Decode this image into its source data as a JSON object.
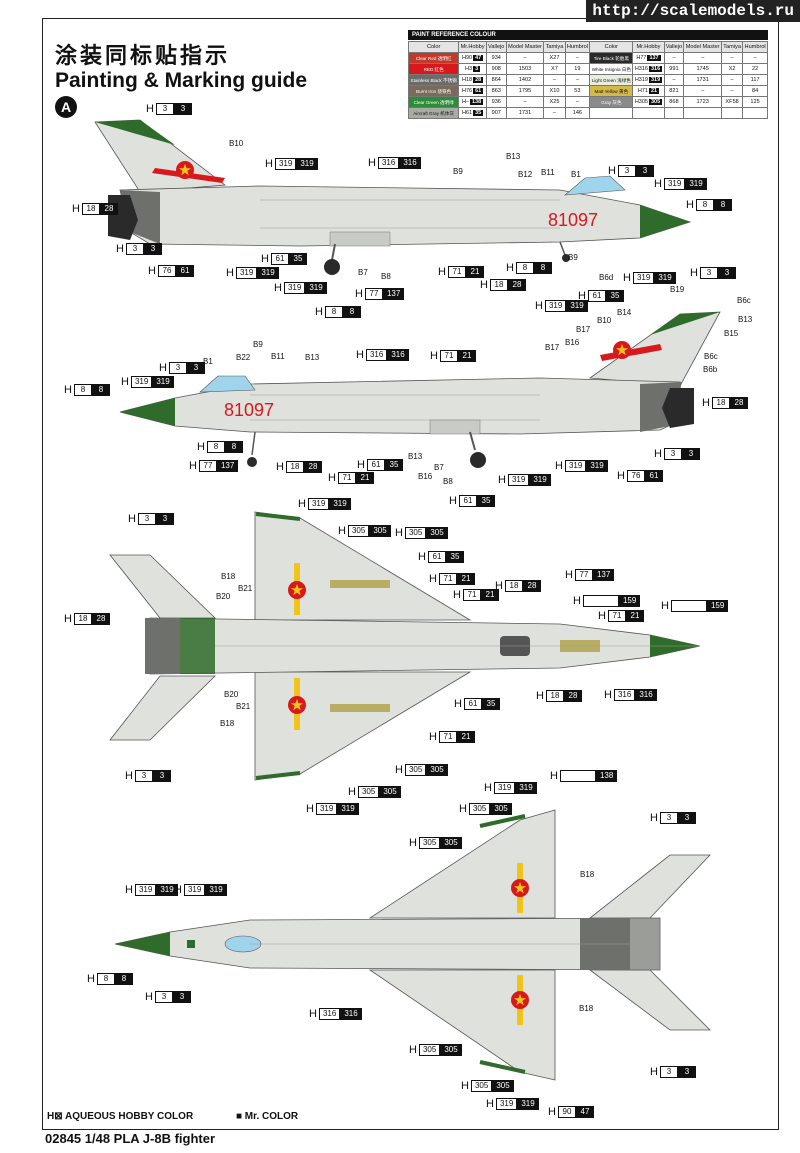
{
  "watermark": "http://scalemodels.ru",
  "title_cn": "涂装同标贴指示",
  "title_en": "Painting & Marking guide",
  "scheme_badge": "A",
  "paint_table": {
    "heading": "PAINT  REFERENCE COLOUR",
    "columns": [
      "Color",
      "Mr.Hobby",
      "Vallejo",
      "Model Master",
      "Tamiya",
      "Humbrol",
      "Color",
      "Mr.Hobby",
      "Vallejo",
      "Model Master",
      "Tamiya",
      "Humbrol"
    ],
    "rows": [
      {
        "l_name": "Clear Red",
        "l_cn": "透明红",
        "l_color": "#c0392b",
        "l_h": "90",
        "l_m": "47",
        "l_v": "934",
        "l_mm": "–",
        "l_t": "X27",
        "l_hu": "–",
        "r_name": "Tire Black",
        "r_cn": "轮胎黑",
        "r_color": "#2a2a2a",
        "r_h": "77",
        "r_m": "137",
        "r_v": "–",
        "r_mm": "–",
        "r_t": "–",
        "r_hu": "–"
      },
      {
        "l_name": "RED",
        "l_cn": "红色",
        "l_color": "#d7191c",
        "l_h": "3",
        "l_m": "3",
        "l_v": "908",
        "l_mm": "1503",
        "l_t": "X7",
        "l_hu": "19",
        "r_name": "White Insignia",
        "r_cn": "白色",
        "r_color": "#ffffff",
        "r_h": "316",
        "r_m": "316",
        "r_v": "991",
        "r_mm": "1745",
        "r_t": "X2",
        "r_hu": "22"
      },
      {
        "l_name": "Stainless Black",
        "l_cn": "不锈钢",
        "l_color": "#6b6b6b",
        "l_h": "18",
        "l_m": "28",
        "l_v": "864",
        "l_mm": "1402",
        "l_t": "–",
        "l_hu": "–",
        "r_name": "Light Green",
        "r_cn": "浅绿色",
        "r_color": "#e9efe0",
        "r_h": "319",
        "r_m": "319",
        "r_v": "–",
        "r_mm": "1731",
        "r_t": "–",
        "r_hu": "117"
      },
      {
        "l_name": "Burnt Iron",
        "l_cn": "烧铁色",
        "l_color": "#7a6a5a",
        "l_h": "76",
        "l_m": "61",
        "l_v": "863",
        "l_mm": "1795",
        "l_t": "X10",
        "l_hu": "53",
        "r_name": "Matt Yellow",
        "r_cn": "黄色",
        "r_color": "#d4b84a",
        "r_h": "71",
        "r_m": "21",
        "r_v": "821",
        "r_mm": "–",
        "r_t": "–",
        "r_hu": "84"
      },
      {
        "l_name": "Clear Green",
        "l_cn": "透明绿",
        "l_color": "#2e8b3a",
        "l_h": "–",
        "l_m": "138",
        "l_v": "936",
        "l_mm": "–",
        "l_t": "X25",
        "l_hu": "–",
        "r_name": "Gray",
        "r_cn": "灰色",
        "r_color": "#8a8a8a",
        "r_h": "305",
        "r_m": "305",
        "r_v": "868",
        "r_mm": "1723",
        "r_t": "XF58",
        "r_hu": "125"
      },
      {
        "l_name": "Aircraft Gray",
        "l_cn": "机体灰",
        "l_color": "#a9aca5",
        "l_h": "61",
        "l_m": "35",
        "l_v": "907",
        "l_mm": "1731",
        "l_t": "–",
        "l_hu": "146",
        "r_name": "",
        "r_cn": "",
        "r_color": "#ffffff",
        "r_h": "",
        "r_m": "",
        "r_v": "",
        "r_mm": "",
        "r_t": "",
        "r_hu": ""
      }
    ]
  },
  "serial_number": "81097",
  "callouts": [
    {
      "id": "c01",
      "h": "H",
      "a": "3",
      "b": "3"
    },
    {
      "id": "c02",
      "h": "H",
      "a": "319",
      "b": "319"
    },
    {
      "id": "c03",
      "h": "H",
      "a": "316",
      "b": "316"
    },
    {
      "id": "c04",
      "h": "H",
      "a": "3",
      "b": "3"
    },
    {
      "id": "c05",
      "h": "H",
      "a": "319",
      "b": "319"
    },
    {
      "id": "c06",
      "h": "H",
      "a": "18",
      "b": "28"
    },
    {
      "id": "c07",
      "h": "H",
      "a": "8",
      "b": "8"
    },
    {
      "id": "c08",
      "h": "H",
      "a": "3",
      "b": "3"
    },
    {
      "id": "c09",
      "h": "H",
      "a": "76",
      "b": "61"
    },
    {
      "id": "c10",
      "h": "H",
      "a": "61",
      "b": "35"
    },
    {
      "id": "c11",
      "h": "H",
      "a": "319",
      "b": "319"
    },
    {
      "id": "c12",
      "h": "H",
      "a": "319",
      "b": "319"
    },
    {
      "id": "c13",
      "h": "H",
      "a": "77",
      "b": "137"
    },
    {
      "id": "c14",
      "h": "H",
      "a": "8",
      "b": "8"
    },
    {
      "id": "c15",
      "h": "H",
      "a": "71",
      "b": "21"
    },
    {
      "id": "c16",
      "h": "H",
      "a": "8",
      "b": "8"
    },
    {
      "id": "c17",
      "h": "H",
      "a": "18",
      "b": "28"
    },
    {
      "id": "c18",
      "h": "H",
      "a": "319",
      "b": "319"
    },
    {
      "id": "c19",
      "h": "H",
      "a": "61",
      "b": "35"
    },
    {
      "id": "c20",
      "h": "H",
      "a": "319",
      "b": "319"
    },
    {
      "id": "c21",
      "h": "H",
      "a": "3",
      "b": "3"
    },
    {
      "id": "c22",
      "h": "H",
      "a": "3",
      "b": "3"
    },
    {
      "id": "c23",
      "h": "H",
      "a": "316",
      "b": "316"
    },
    {
      "id": "c24",
      "h": "H",
      "a": "71",
      "b": "21"
    },
    {
      "id": "c25",
      "h": "H",
      "a": "319",
      "b": "319"
    },
    {
      "id": "c26",
      "h": "H",
      "a": "8",
      "b": "8"
    },
    {
      "id": "c27",
      "h": "H",
      "a": "18",
      "b": "28"
    },
    {
      "id": "c28",
      "h": "H",
      "a": "8",
      "b": "8"
    },
    {
      "id": "c29",
      "h": "H",
      "a": "77",
      "b": "137"
    },
    {
      "id": "c30",
      "h": "H",
      "a": "18",
      "b": "28"
    },
    {
      "id": "c31",
      "h": "H",
      "a": "61",
      "b": "35"
    },
    {
      "id": "c32",
      "h": "H",
      "a": "71",
      "b": "21"
    },
    {
      "id": "c33",
      "h": "H",
      "a": "319",
      "b": "319"
    },
    {
      "id": "c34",
      "h": "H",
      "a": "319",
      "b": "319"
    },
    {
      "id": "c35",
      "h": "H",
      "a": "3",
      "b": "3"
    },
    {
      "id": "c36",
      "h": "H",
      "a": "76",
      "b": "61"
    },
    {
      "id": "c37",
      "h": "H",
      "a": "61",
      "b": "35"
    },
    {
      "id": "c38",
      "h": "H",
      "a": "319",
      "b": "319"
    },
    {
      "id": "c39",
      "h": "H",
      "a": "3",
      "b": "3"
    },
    {
      "id": "c40",
      "h": "H",
      "a": "305",
      "b": "305"
    },
    {
      "id": "c41",
      "h": "H",
      "a": "305",
      "b": "305"
    },
    {
      "id": "c42",
      "h": "H",
      "a": "61",
      "b": "35"
    },
    {
      "id": "c43",
      "h": "H",
      "a": "71",
      "b": "21"
    },
    {
      "id": "c44",
      "h": "H",
      "a": "18",
      "b": "28"
    },
    {
      "id": "c45",
      "h": "H",
      "a": "71",
      "b": "21"
    },
    {
      "id": "c46",
      "h": "H",
      "a": "77",
      "b": "137"
    },
    {
      "id": "c47",
      "h": "H",
      "a": "",
      "b": "159"
    },
    {
      "id": "c48",
      "h": "H",
      "a": "",
      "b": "159"
    },
    {
      "id": "c49",
      "h": "H",
      "a": "71",
      "b": "21"
    },
    {
      "id": "c50",
      "h": "H",
      "a": "18",
      "b": "28"
    },
    {
      "id": "c51",
      "h": "H",
      "a": "18",
      "b": "28"
    },
    {
      "id": "c52",
      "h": "H",
      "a": "316",
      "b": "316"
    },
    {
      "id": "c53",
      "h": "H",
      "a": "61",
      "b": "35"
    },
    {
      "id": "c54",
      "h": "H",
      "a": "71",
      "b": "21"
    },
    {
      "id": "c55",
      "h": "H",
      "a": "305",
      "b": "305"
    },
    {
      "id": "c56",
      "h": "H",
      "a": "305",
      "b": "305"
    },
    {
      "id": "c57",
      "h": "H",
      "a": "319",
      "b": "319"
    },
    {
      "id": "c58",
      "h": "H",
      "a": "3",
      "b": "3"
    },
    {
      "id": "c59",
      "h": "H",
      "a": "",
      "b": "138"
    },
    {
      "id": "c60",
      "h": "H",
      "a": "319",
      "b": "319"
    },
    {
      "id": "c61",
      "h": "H",
      "a": "305",
      "b": "305"
    },
    {
      "id": "c62",
      "h": "H",
      "a": "305",
      "b": "305"
    },
    {
      "id": "c63",
      "h": "H",
      "a": "3",
      "b": "3"
    },
    {
      "id": "c64",
      "h": "H",
      "a": "319",
      "b": "319"
    },
    {
      "id": "c65",
      "h": "H",
      "a": "319",
      "b": "319"
    },
    {
      "id": "c66",
      "h": "H",
      "a": "8",
      "b": "8"
    },
    {
      "id": "c67",
      "h": "H",
      "a": "3",
      "b": "3"
    },
    {
      "id": "c68",
      "h": "H",
      "a": "316",
      "b": "316"
    },
    {
      "id": "c69",
      "h": "H",
      "a": "305",
      "b": "305"
    },
    {
      "id": "c70",
      "h": "H",
      "a": "305",
      "b": "305"
    },
    {
      "id": "c71",
      "h": "H",
      "a": "3",
      "b": "3"
    },
    {
      "id": "c72",
      "h": "H",
      "a": "319",
      "b": "319"
    },
    {
      "id": "c73",
      "h": "H",
      "a": "90",
      "b": "47"
    }
  ],
  "part_labels": {
    "b10a": "B10",
    "b13a": "B13",
    "b9a": "B9",
    "b12a": "B12",
    "b11a": "B11",
    "b1a": "B1",
    "b7a": "B7",
    "b8a": "B8",
    "b9b": "B9",
    "b6da": "B6d",
    "b19": "B19",
    "b6c1": "B6c",
    "b13b": "B13",
    "b14": "B14",
    "b10b": "B10",
    "b15": "B15",
    "b17a": "B17",
    "b16a": "B16",
    "b17b": "B17",
    "b6c2": "B6c",
    "b6b": "B6b",
    "b1b": "B1",
    "b22": "B22",
    "b9c": "B9",
    "b11b": "B11",
    "b13c": "B13",
    "b13d": "B13",
    "b7b": "B7",
    "b16b": "B16",
    "b8b": "B8",
    "b18a": "B18",
    "b21a": "B21",
    "b20a": "B20",
    "b20b": "B20",
    "b21b": "B21",
    "b18b": "B18",
    "b18c": "B18",
    "b18d": "B18"
  },
  "legend": {
    "aqueous": "H⊠  AQUEOUS HOBBY COLOR",
    "mr_color": "■  Mr. COLOR"
  },
  "footer_title": "02845 1/48  PLA J-8B fighter",
  "colors": {
    "fuselage": "#dfe1dc",
    "panel_line": "#8e918a",
    "radome_green": "#2f6b2a",
    "stripe_green": "#2f6b2a",
    "exhaust_gray": "#6e716b",
    "insignia_red": "#d7191c",
    "insignia_yellow": "#f2c418",
    "canopy_blue": "#9fd4ec"
  }
}
